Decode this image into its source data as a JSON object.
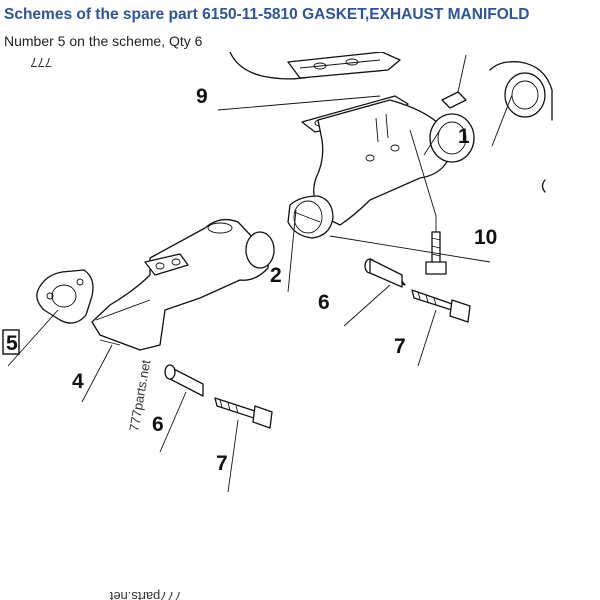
{
  "header": {
    "title": "Schemes of the spare part 6150-11-5810 GASKET,EXHAUST MANIFOLD",
    "subtitle": "Number 5 on the scheme, Qty 6"
  },
  "scheme": {
    "callouts": {
      "c1": "1",
      "c2": "2",
      "c4": "4",
      "c5": "5",
      "c6a": "6",
      "c6b": "6",
      "c7a": "7",
      "c7b": "7",
      "c9": "9",
      "c10": "10"
    },
    "watermarks": {
      "w1": "777parts.net",
      "w2": "777parts.net",
      "w3": "777"
    },
    "highlight_color": "#111111",
    "title_color": "#2f5597"
  }
}
